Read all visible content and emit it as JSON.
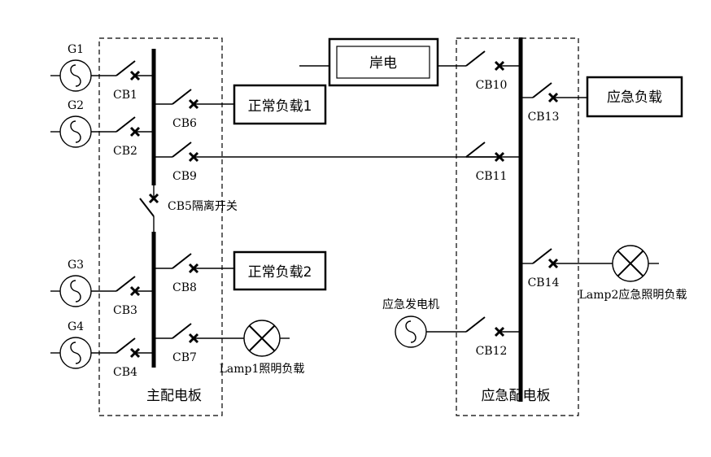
{
  "panels": {
    "main": "主配电板",
    "emergency": "应急配电板"
  },
  "generators": [
    "G1",
    "G2",
    "G3",
    "G4"
  ],
  "emergency_generator": "应急发电机",
  "breakers": {
    "cb1": "CB1",
    "cb2": "CB2",
    "cb3": "CB3",
    "cb4": "CB4",
    "cb5": "CB5隔离开关",
    "cb6": "CB6",
    "cb7": "CB7",
    "cb8": "CB8",
    "cb9": "CB9",
    "cb10": "CB10",
    "cb11": "CB11",
    "cb12": "CB12",
    "cb13": "CB13",
    "cb14": "CB14"
  },
  "loads": {
    "normal1": "正常负载1",
    "normal2": "正常负载2",
    "emergency": "应急负载",
    "shore": "岸电",
    "lamp1": "Lamp1照明负载",
    "lamp2": "Lamp2应急照明负载"
  }
}
